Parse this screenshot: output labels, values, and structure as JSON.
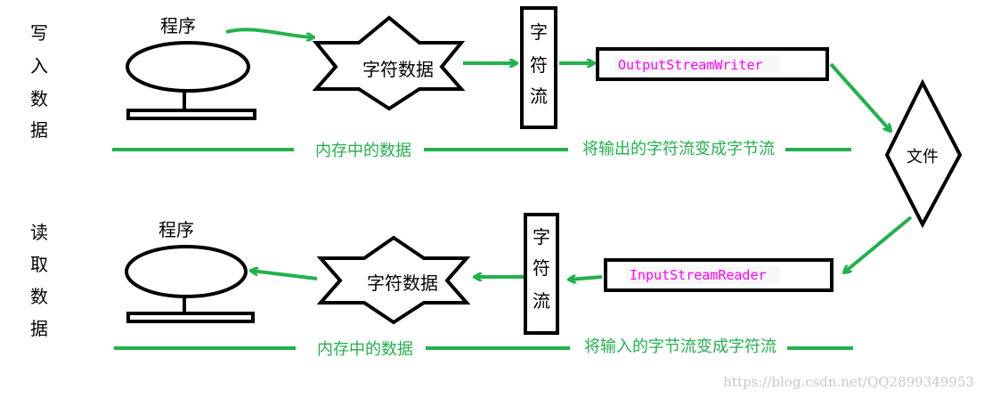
{
  "side_labels": {
    "write": [
      "写",
      "入",
      "数",
      "据"
    ],
    "read": [
      "读",
      "取",
      "数",
      "据"
    ]
  },
  "write_row": {
    "program_label": "程序",
    "char_data_label": "字符数据",
    "char_stream_chars": [
      "字",
      "符",
      "流"
    ],
    "writer_class": "OutputStreamWriter",
    "memory_label": "内存中的数据",
    "convert_label": "将输出的字符流变成字节流"
  },
  "file_label": "文件",
  "read_row": {
    "program_label": "程序",
    "char_data_label": "字符数据",
    "char_stream_chars": [
      "字",
      "符",
      "流"
    ],
    "reader_class": "InputStreamReader",
    "memory_label": "内存中的数据",
    "convert_label": "将输入的字节流变成字符流"
  },
  "watermark": "https://blog.csdn.net/QQ2899349953",
  "colors": {
    "green": "#22b14c",
    "magenta": "#ff00ff",
    "black": "#000000",
    "class_bg": "#f7f7f7"
  }
}
